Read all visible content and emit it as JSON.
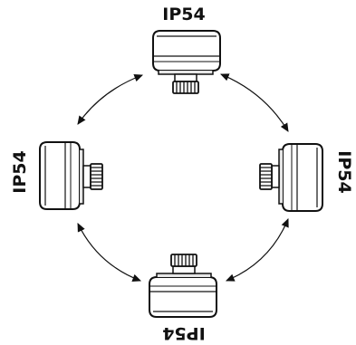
{
  "positions": [
    {
      "id": "top",
      "label": "IP54"
    },
    {
      "id": "left",
      "label": "IP54"
    },
    {
      "id": "right",
      "label": "IP54"
    },
    {
      "id": "bottom",
      "label": "IP54"
    }
  ],
  "colors": {
    "stroke": "#111111",
    "fill": "#ffffff",
    "shade": "#e6e6e6"
  }
}
